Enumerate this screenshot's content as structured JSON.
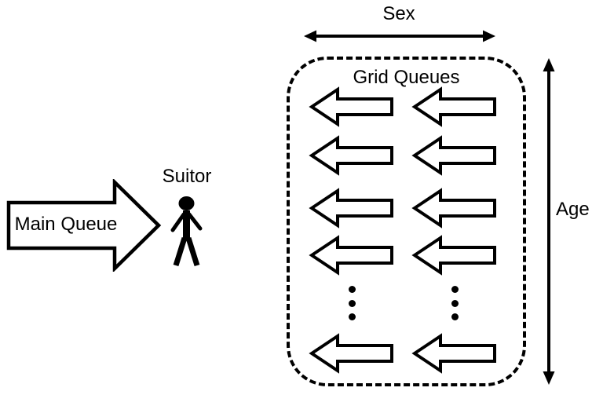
{
  "main_queue": {
    "label": "Main Queue"
  },
  "suitor": {
    "label": "Suitor"
  },
  "axes": {
    "sex_label": "Sex",
    "age_label": "Age"
  },
  "grid_queues": {
    "title": "Grid Queues",
    "columns": 2,
    "rows": [
      "arrow",
      "arrow",
      "arrow",
      "arrow",
      "ellipsis",
      "arrow"
    ]
  },
  "icons": {
    "main_queue": "right-block-arrow-icon",
    "grid_queue": "left-block-arrow-icon",
    "suitor": "person-icon",
    "sex_axis": "horizontal-double-arrow-icon",
    "age_axis": "vertical-double-arrow-icon",
    "ellipsis": "vertical-ellipsis-icon"
  },
  "colors": {
    "stroke": "#000000",
    "fill": "#ffffff",
    "background": "#ffffff"
  }
}
